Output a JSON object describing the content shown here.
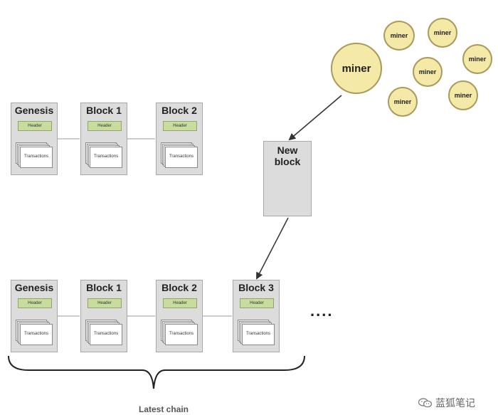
{
  "top_chain": {
    "blocks": [
      {
        "title": "Genesis",
        "header": "Header",
        "transactions": "Transactions"
      },
      {
        "title": "Block 1",
        "header": "Header",
        "transactions": "Transactions"
      },
      {
        "title": "Block 2",
        "header": "Header",
        "transactions": "Transactions"
      }
    ]
  },
  "bottom_chain": {
    "blocks": [
      {
        "title": "Genesis",
        "header": "Header",
        "transactions": "Transactions"
      },
      {
        "title": "Block 1",
        "header": "Header",
        "transactions": "Transactions"
      },
      {
        "title": "Block 2",
        "header": "Header",
        "transactions": "Transactions"
      },
      {
        "title": "Block 3",
        "header": "Header",
        "transactions": "Transactions"
      }
    ],
    "ellipsis": "....",
    "brace_label": "Latest chain"
  },
  "new_block": {
    "line1": "New",
    "line2": "block"
  },
  "miners": {
    "main": "miner",
    "small": [
      "miner",
      "miner",
      "miner",
      "miner",
      "miner",
      "miner"
    ]
  },
  "watermark": {
    "text": "蓝狐笔记",
    "icon": "wechat-icon"
  }
}
